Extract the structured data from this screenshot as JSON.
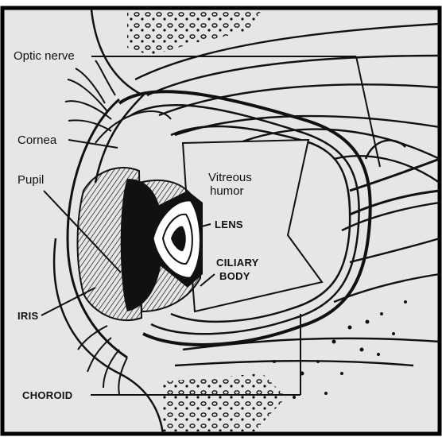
{
  "labels": {
    "optic_nerve": "Optic nerve",
    "cornea": "Cornea",
    "pupil": "Pupil",
    "vitreous_line1": "Vitreous",
    "vitreous_line2": "humor",
    "lens": "LENS",
    "ciliary_line1": "CILIARY",
    "ciliary_line2": "BODY",
    "iris": "IRIS",
    "choroid": "CHOROID"
  },
  "colors": {
    "paper": "#e6e6e6",
    "ink": "#111111",
    "frame": "#000000"
  }
}
